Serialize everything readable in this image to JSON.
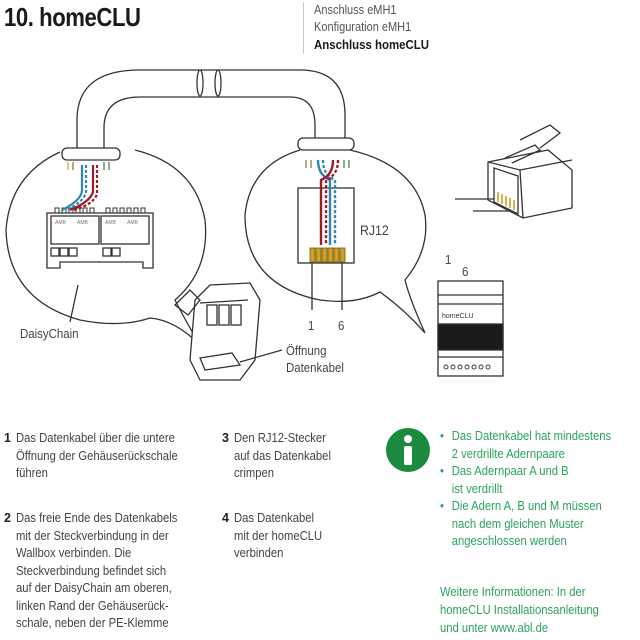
{
  "header": {
    "title": "10. homeCLU",
    "nav": [
      {
        "label": "Anschluss eMH1",
        "active": false
      },
      {
        "label": "Konfiguration eMH1",
        "active": false
      },
      {
        "label": "Anschluss homeCLU",
        "active": true
      }
    ]
  },
  "diagram": {
    "labels": {
      "daisychain": "DaisyChain",
      "rj12": "RJ12",
      "pin1": "1",
      "pin6": "6",
      "plug_pin1": "1",
      "plug_pin6": "6",
      "opening_line1": "Öffnung",
      "opening_line2": "Datenkabel",
      "device_label": "homeCLU",
      "terminal_label": "AMB"
    },
    "colors": {
      "wire_red": "#9b1c24",
      "wire_blue": "#2f86b0",
      "wire_green": "#3a7a4a",
      "contact_gold": "#c9a227"
    }
  },
  "steps": [
    {
      "num": "1",
      "lines": [
        "Das Datenkabel über die untere",
        "Öffnung der Gehäuserückschale",
        "führen"
      ]
    },
    {
      "num": "2",
      "lines": [
        "Das freie Ende des Datenkabels",
        "mit der Steckverbindung in der",
        "Wallbox verbinden. Die",
        "Steckverbindung befindet sich",
        "auf der DaisyChain am oberen,",
        "linken Rand der Gehäuserück-",
        "schale, neben der PE-Klemme"
      ]
    },
    {
      "num": "3",
      "lines": [
        "Den RJ12-Stecker",
        "auf das Datenkabel",
        "crimpen"
      ]
    },
    {
      "num": "4",
      "lines": [
        "Das Datenkabel",
        "mit der homeCLU",
        "verbinden"
      ]
    }
  ],
  "info": {
    "icon": "info-icon",
    "accent": "#1c8a3c",
    "text_color": "#2ba35a",
    "bullets": [
      [
        "Das Datenkabel hat mindestens",
        "2 verdrillte Adernpaare"
      ],
      [
        "Das Adernpaar A und B",
        "ist verdrillt"
      ],
      [
        "Die Adern A, B und M müssen",
        "nach dem gleichen Muster",
        "angeschlossen werden"
      ]
    ],
    "more": [
      "Weitere Informationen: In der",
      "homeCLU Installationsanleitung",
      "und unter www.abl.de"
    ]
  }
}
